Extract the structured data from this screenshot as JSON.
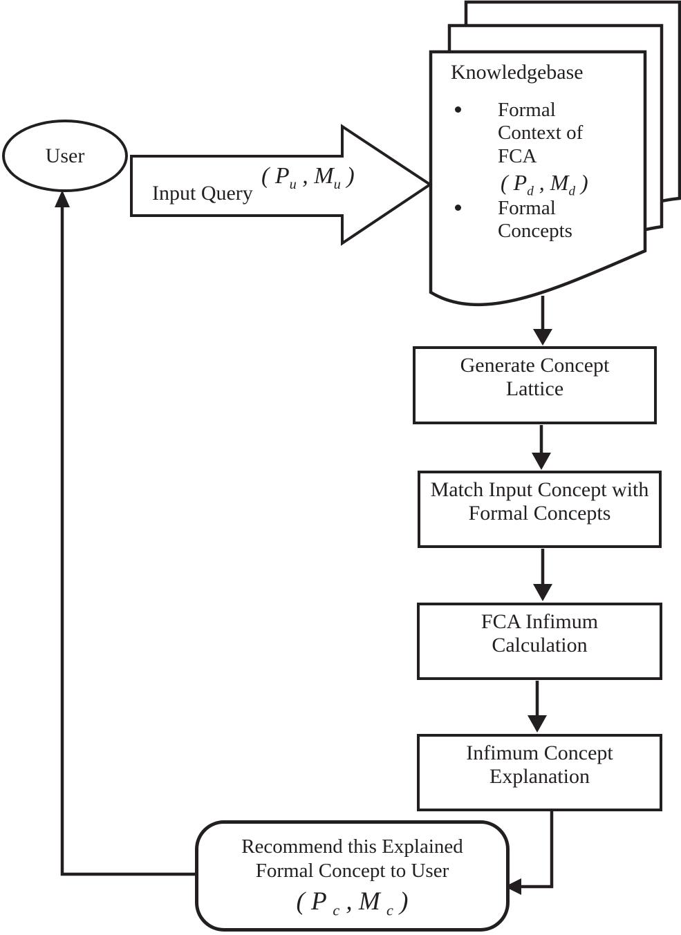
{
  "diagram": {
    "user": {
      "label": "User"
    },
    "input_arrow": {
      "label": "Input Query",
      "math": {
        "pre": "( P",
        "sub1": "u",
        "mid": " , M",
        "sub2": "u",
        "post": " )"
      }
    },
    "knowledgebase": {
      "title": "Knowledgebase",
      "bullet1": {
        "text": "Formal Context of FCA",
        "math": {
          "pre": "( P",
          "sub1": "d",
          "mid": " , M",
          "sub2": "d",
          "post": " )"
        }
      },
      "bullet2": {
        "text": "Formal Concepts"
      }
    },
    "boxes": {
      "generate": "Generate Concept Lattice",
      "match": "Match Input Concept with Formal Concepts",
      "infimum_calc": "FCA Infimum Calculation",
      "infimum_explain": "Infimum Concept Explanation"
    },
    "recommend": {
      "label": "Recommend this Explained Formal Concept to User",
      "math": {
        "pre": "( P ",
        "sub1": "c",
        "mid": " , M ",
        "sub2": "c",
        "post": " )"
      }
    },
    "colors": {
      "ink": "#231f20",
      "background": "#ffffff"
    }
  }
}
